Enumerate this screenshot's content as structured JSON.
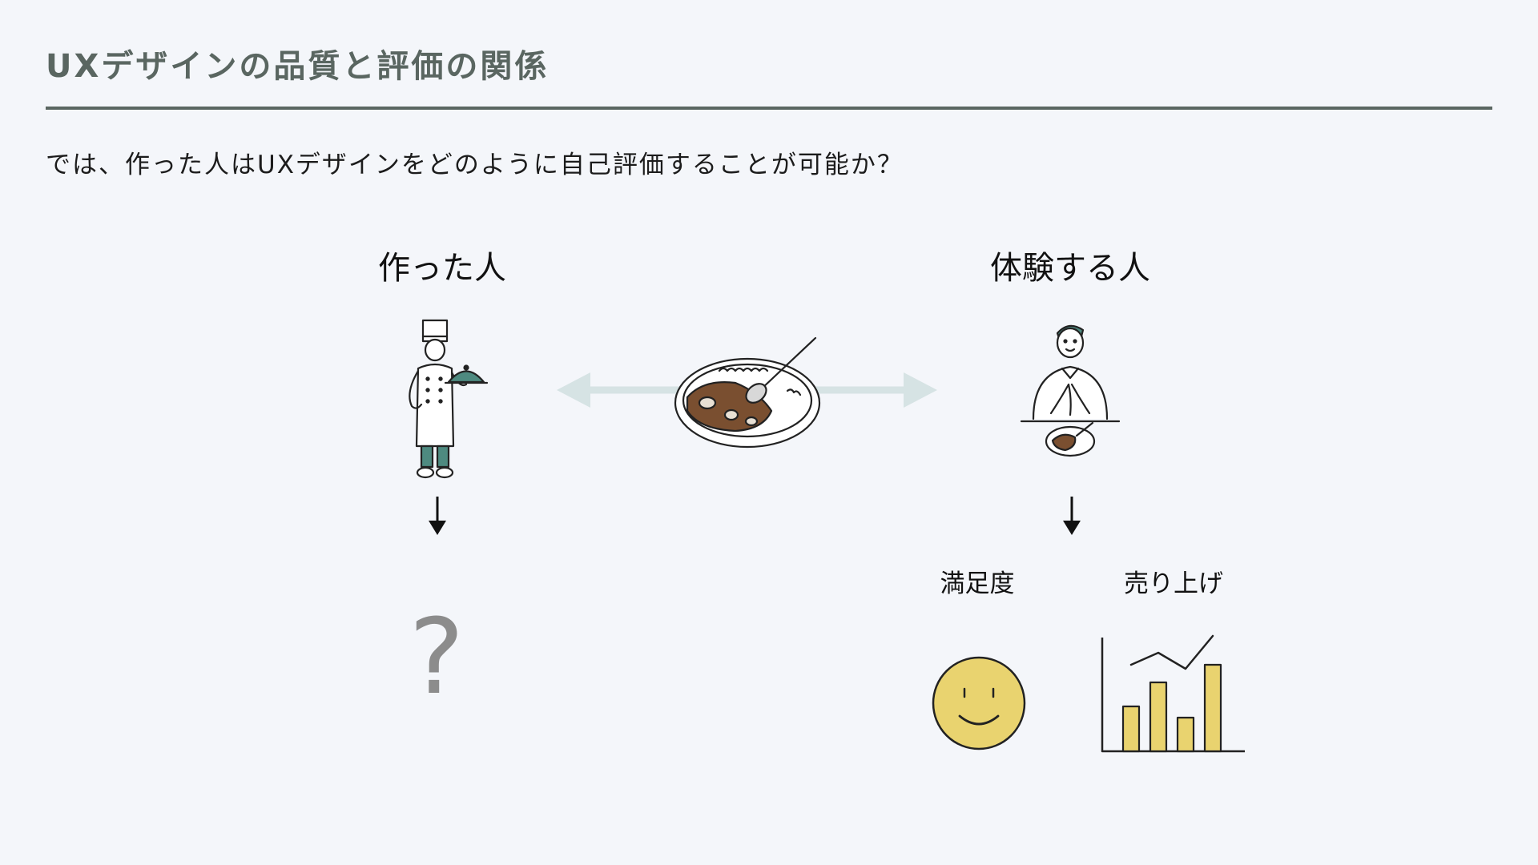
{
  "title": "UXデザインの品質と評価の関係",
  "question": "では、作った人はUXデザインをどのように自己評価することが可能か？",
  "creator": {
    "label": "作った人",
    "evaluation": "?"
  },
  "experiencer": {
    "label": "体験する人",
    "metrics": [
      {
        "label": "満足度",
        "icon": "smiley-face-icon"
      },
      {
        "label": "売り上げ",
        "icon": "bar-chart-icon"
      }
    ]
  },
  "illustrations": {
    "creator": "chef-holding-cloche-icon",
    "product": "curry-rice-plate-icon",
    "experiencer": "person-praying-before-meal-icon",
    "relation": "double-headed-arrow-icon"
  },
  "colors": {
    "title": "#5a6661",
    "background": "#f4f6fa",
    "accent_green": "#4e8a80",
    "arrow_light": "#d6e3e4",
    "smiley_yellow": "#e9d36f",
    "bar_yellow": "#e9d36f",
    "curry_brown": "#7a4f30"
  }
}
